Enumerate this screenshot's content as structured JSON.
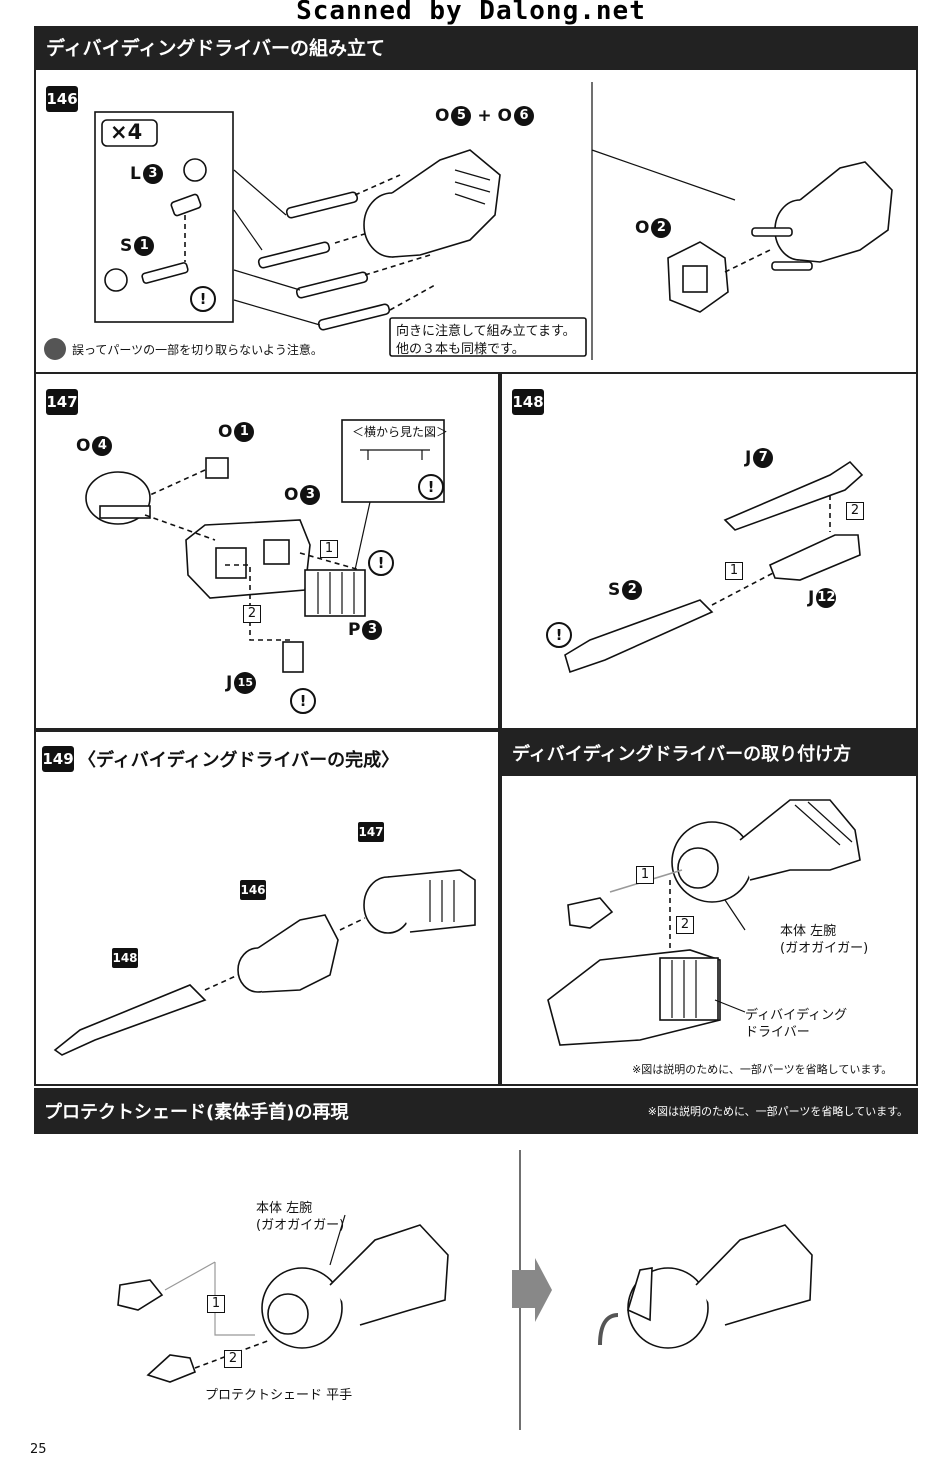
{
  "watermark": "Scanned by Dalong.net",
  "page_number": "25",
  "section_assembly": {
    "title": "ディバイディングドライバーの組み立て"
  },
  "step146": {
    "number": "146",
    "multiplier": "×4",
    "part_l": "L",
    "part_l_num": "3",
    "part_s": "S",
    "part_s_num": "1",
    "part_o5": "O",
    "part_o5_num": "5",
    "plus": "+",
    "part_o6": "O",
    "part_o6_num": "6",
    "part_o2": "O",
    "part_o2_num": "2",
    "callout_line1": "向きに注意して組み立てます。",
    "callout_line2": "他の３本も同様です。",
    "caution_note": "誤ってパーツの一部を切り取らないよう注意。"
  },
  "step147": {
    "number": "147",
    "part_o4": "O",
    "part_o4_num": "4",
    "part_o1": "O",
    "part_o1_num": "1",
    "part_o3": "O",
    "part_o3_num": "3",
    "part_p3": "P",
    "part_p3_num": "3",
    "part_j15": "J",
    "part_j15_num": "15",
    "side_view_label": "＜横から見た図＞",
    "order1": "1",
    "order2": "2"
  },
  "step148": {
    "number": "148",
    "part_j7": "J",
    "part_j7_num": "7",
    "part_j12": "J",
    "part_j12_num": "12",
    "part_s2": "S",
    "part_s2_num": "2",
    "order1": "1",
    "order2": "2"
  },
  "step149": {
    "number": "149",
    "title": "〈ディバイディングドライバーの完成〉",
    "ref147": "147",
    "ref146": "146",
    "ref148": "148"
  },
  "attach": {
    "title": "ディバイディングドライバーの取り付け方",
    "order1": "1",
    "order2": "2",
    "body_line1": "本体 左腕",
    "body_line2": "(ガオガイガー)",
    "driver_line1": "ディバイディング",
    "driver_line2": "ドライバー",
    "footnote": "※図は説明のために、一部パーツを省略しています。"
  },
  "protect": {
    "title": "プロテクトシェード(素体手首)の再現",
    "footnote": "※図は説明のために、一部パーツを省略しています。",
    "body_line1": "本体 左腕",
    "body_line2": "(ガオガイガー)",
    "hand_label": "プロテクトシェード 平手",
    "order1": "1",
    "order2": "2"
  },
  "colors": {
    "bar": "#222222",
    "arrow_gray": "#888888"
  }
}
